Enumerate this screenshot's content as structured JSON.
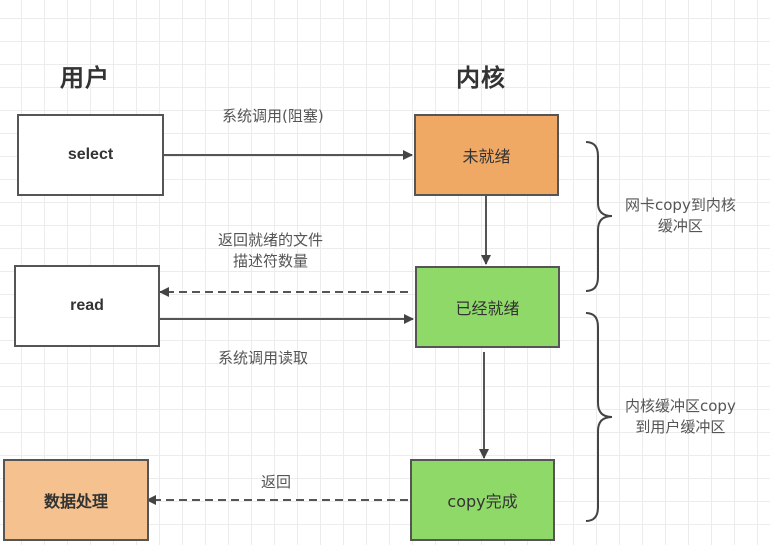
{
  "headings": {
    "user": "用户",
    "kernel": "内核"
  },
  "user_boxes": {
    "select": "select",
    "read": "read",
    "process": "数据处理"
  },
  "kernel_boxes": {
    "not_ready": "未就绪",
    "ready": "已经就绪",
    "copy_done": "copy完成"
  },
  "arrow_labels": {
    "syscall_block": "系统调用(阻塞)",
    "return_fd_line1": "返回就绪的文件",
    "return_fd_line2": "描述符数量",
    "syscall_read": "系统调用读取",
    "return": "返回"
  },
  "brace_labels": {
    "nic_copy_line1": "网卡copy到内核",
    "nic_copy_line2": "缓冲区",
    "kernel_copy_line1": "内核缓冲区copy",
    "kernel_copy_line2": "到用户缓冲区"
  },
  "colors": {
    "not_ready": "#f0a964",
    "ready": "#8fd968",
    "process": "#f5c18e",
    "stroke": "#555555"
  }
}
